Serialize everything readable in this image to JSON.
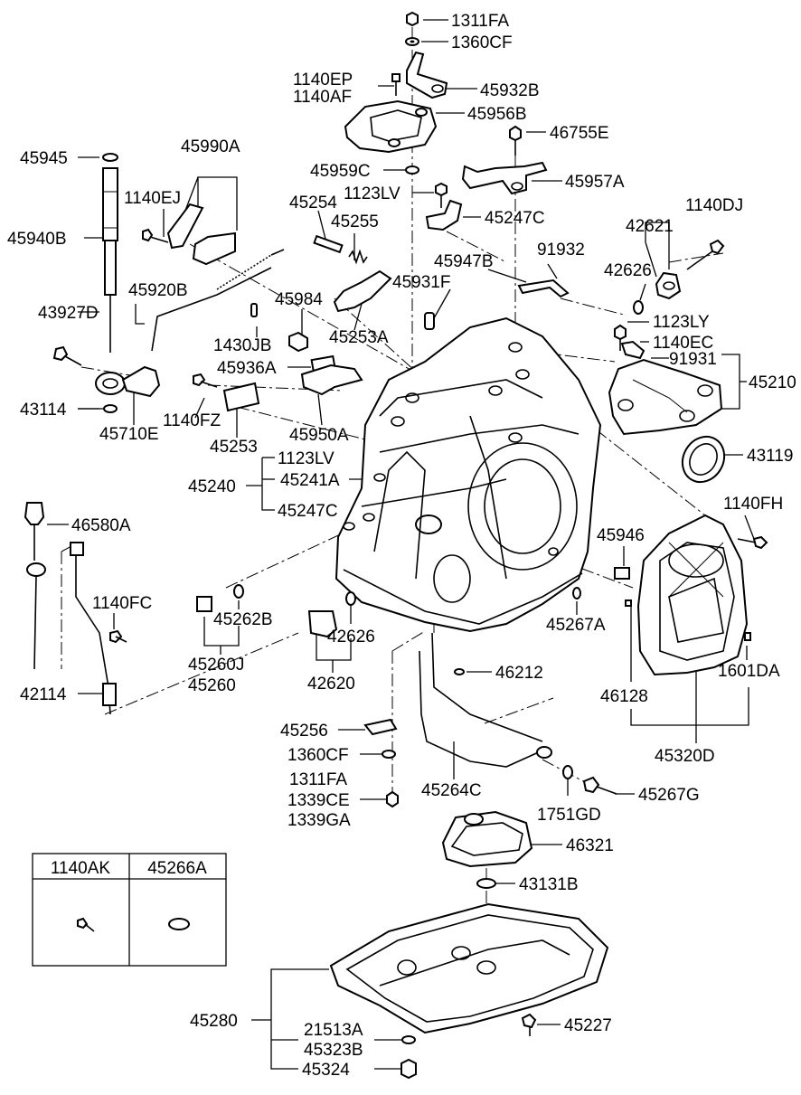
{
  "diagram": {
    "labels": {
      "l_1311FA_top": "1311FA",
      "l_1360CF_top": "1360CF",
      "l_1140EP": "1140EP",
      "l_1140AF": "1140AF",
      "l_45932B": "45932B",
      "l_45956B": "45956B",
      "l_46755E": "46755E",
      "l_45959C": "45959C",
      "l_45957A": "45957A",
      "l_45945": "45945",
      "l_45990A": "45990A",
      "l_1123LV_a": "1123LV",
      "l_45254": "45254",
      "l_45255": "45255",
      "l_45247C_a": "45247C",
      "l_1140DJ": "1140DJ",
      "l_1140EJ": "1140EJ",
      "l_42621": "42621",
      "l_45940B": "45940B",
      "l_45947B": "45947B",
      "l_91932": "91932",
      "l_42626_a": "42626",
      "l_45920B": "45920B",
      "l_45931F": "45931F",
      "l_45984": "45984",
      "l_43927D": "43927D",
      "l_45253A": "45253A",
      "l_1123LY": "1123LY",
      "l_1430JB": "1430JB",
      "l_1140EC": "1140EC",
      "l_45936A": "45936A",
      "l_91931": "91931",
      "l_45210": "45210",
      "l_43114": "43114",
      "l_1140FZ": "1140FZ",
      "l_45950A": "45950A",
      "l_45710E": "45710E",
      "l_45253": "45253",
      "l_43119": "43119",
      "l_1123LV_b": "1123LV",
      "l_45241A": "45241A",
      "l_45240": "45240",
      "l_45247C_b": "45247C",
      "l_1140FH": "1140FH",
      "l_46580A": "46580A",
      "l_45946": "45946",
      "l_1140FC": "1140FC",
      "l_45262B": "45262B",
      "l_42626_b": "42626",
      "l_45267A": "45267A",
      "l_45260J": "45260J",
      "l_45260": "45260",
      "l_1601DA": "1601DA",
      "l_42620": "42620",
      "l_46212": "46212",
      "l_42114": "42114",
      "l_46128": "46128",
      "l_45256": "45256",
      "l_45320D": "45320D",
      "l_1360CF_b": "1360CF",
      "l_1311FA_b": "1311FA",
      "l_45264C": "45264C",
      "l_45267G": "45267G",
      "l_1339CE": "1339CE",
      "l_1339GA": "1339GA",
      "l_1751GD": "1751GD",
      "l_46321": "46321",
      "l_43131B": "43131B",
      "l_45280": "45280",
      "l_21513A": "21513A",
      "l_45227": "45227",
      "l_45323B": "45323B",
      "l_45324": "45324"
    },
    "legend": {
      "col1_header": "1140AK",
      "col2_header": "45266A"
    }
  }
}
